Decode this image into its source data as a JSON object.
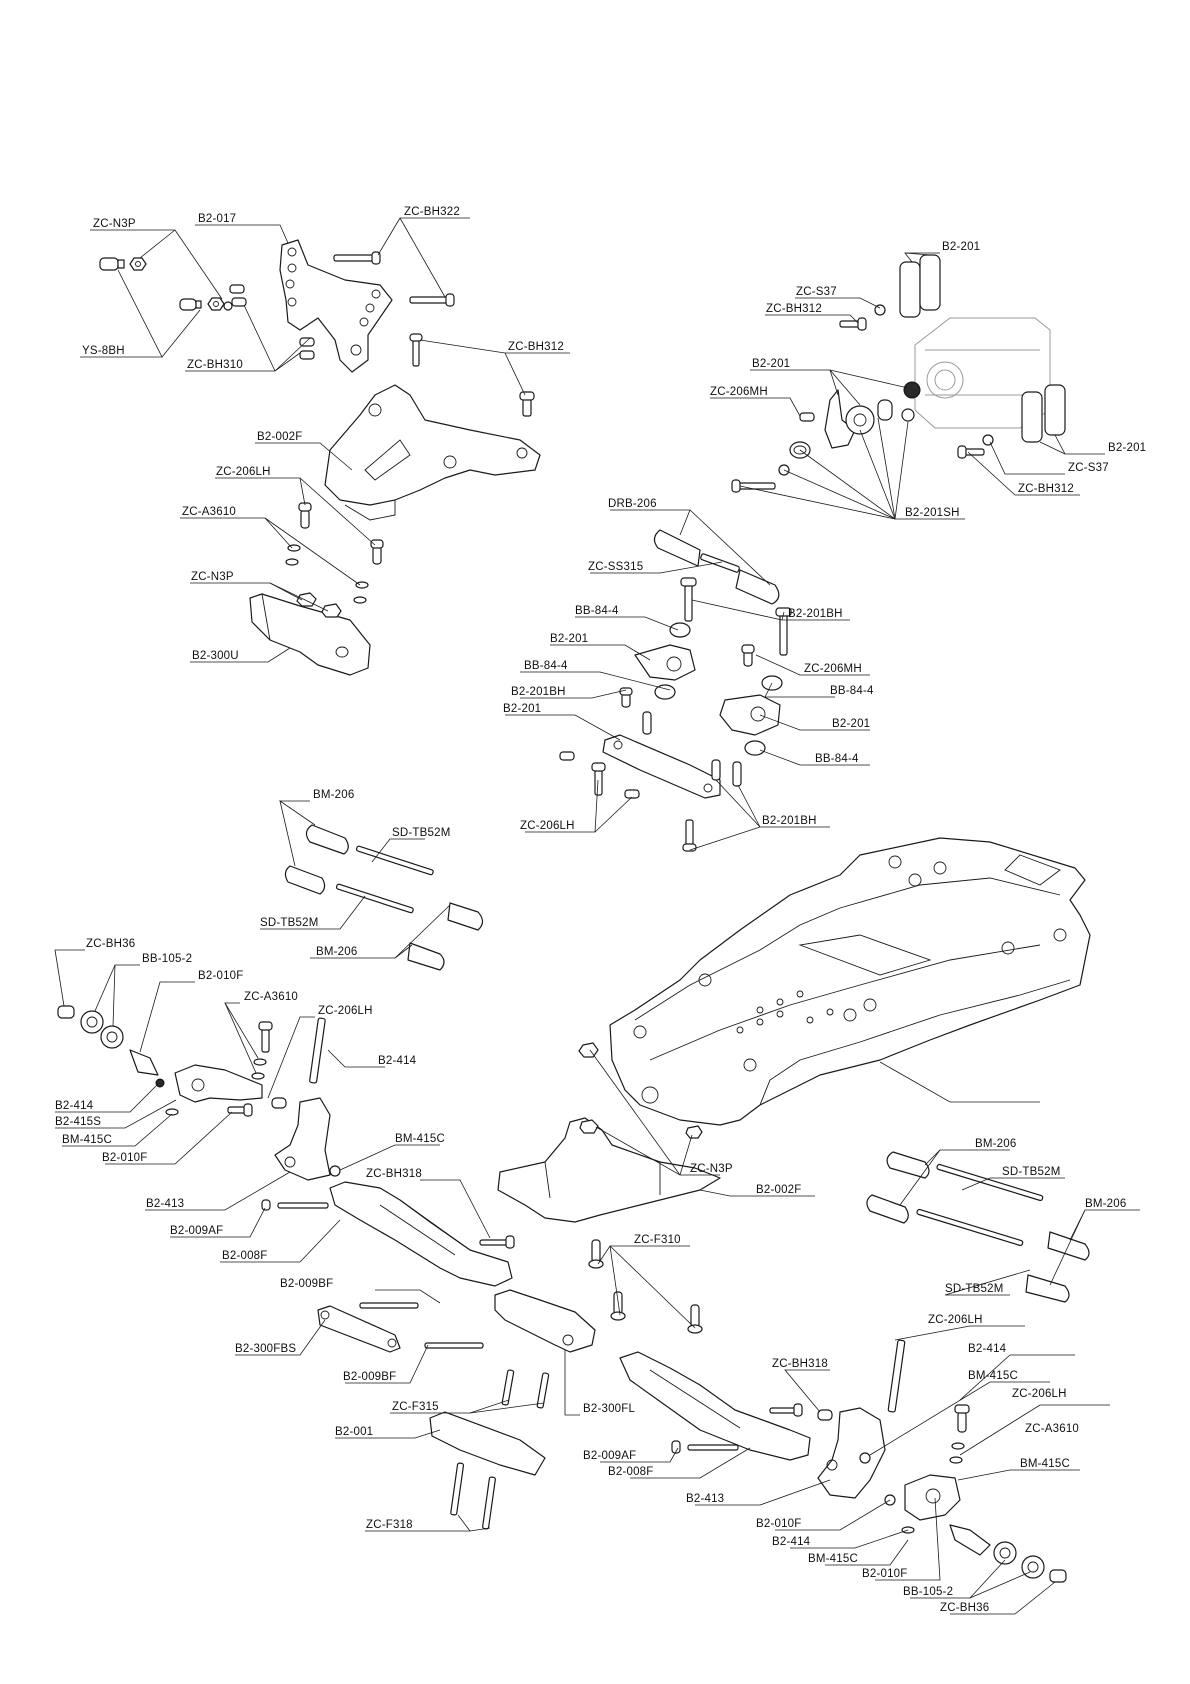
{
  "labels": [
    "ZC-N3P",
    "B2-017",
    "ZC-BH322",
    "YS-8BH",
    "ZC-BH310",
    "ZC-BH312",
    "B2-002F",
    "ZC-206LH",
    "ZC-A3610",
    "ZC-N3P",
    "B2-300U",
    "B2-201",
    "ZC-S37",
    "ZC-BH312",
    "B2-201",
    "ZC-206MH",
    "B2-201",
    "ZC-S37",
    "ZC-BH312",
    "B2-201SH",
    "DRB-206",
    "ZC-SS315",
    "BB-84-4",
    "B2-201BH",
    "B2-201",
    "BB-84-4",
    "ZC-206MH",
    "BB-84-4",
    "B2-201BH",
    "B2-201",
    "B2-201",
    "BB-84-4",
    "ZC-206LH",
    "B2-201BH",
    "BM-206",
    "SD-TB52M",
    "SD-TB52M",
    "BM-206",
    "ZC-BH36",
    "BB-105-2",
    "B2-010F",
    "ZC-A3610",
    "ZC-206LH",
    "B2-414",
    "B2-414",
    "B2-415S",
    "BM-415C",
    "B2-010F",
    "BM-415C",
    "ZC-BH318",
    "B2-413",
    "B2-009AF",
    "B2-008F",
    "ZC-N3P",
    "B2-002F",
    "ZC-F310",
    "BM-206",
    "SD-TB52M",
    "BM-206",
    "SD-TB52M",
    "B2-009BF",
    "B2-300FBS",
    "B2-009BF",
    "ZC-F315",
    "B2-300FL",
    "B2-001",
    "ZC-F318",
    "ZC-206LH",
    "B2-414",
    "ZC-BH318",
    "BM-415C",
    "ZC-206LH",
    "ZC-A3610",
    "B2-009AF",
    "B2-008F",
    "BM-415C",
    "B2-413",
    "B2-010F",
    "B2-414",
    "BM-415C",
    "B2-010F",
    "BB-105-2",
    "ZC-BH36"
  ]
}
